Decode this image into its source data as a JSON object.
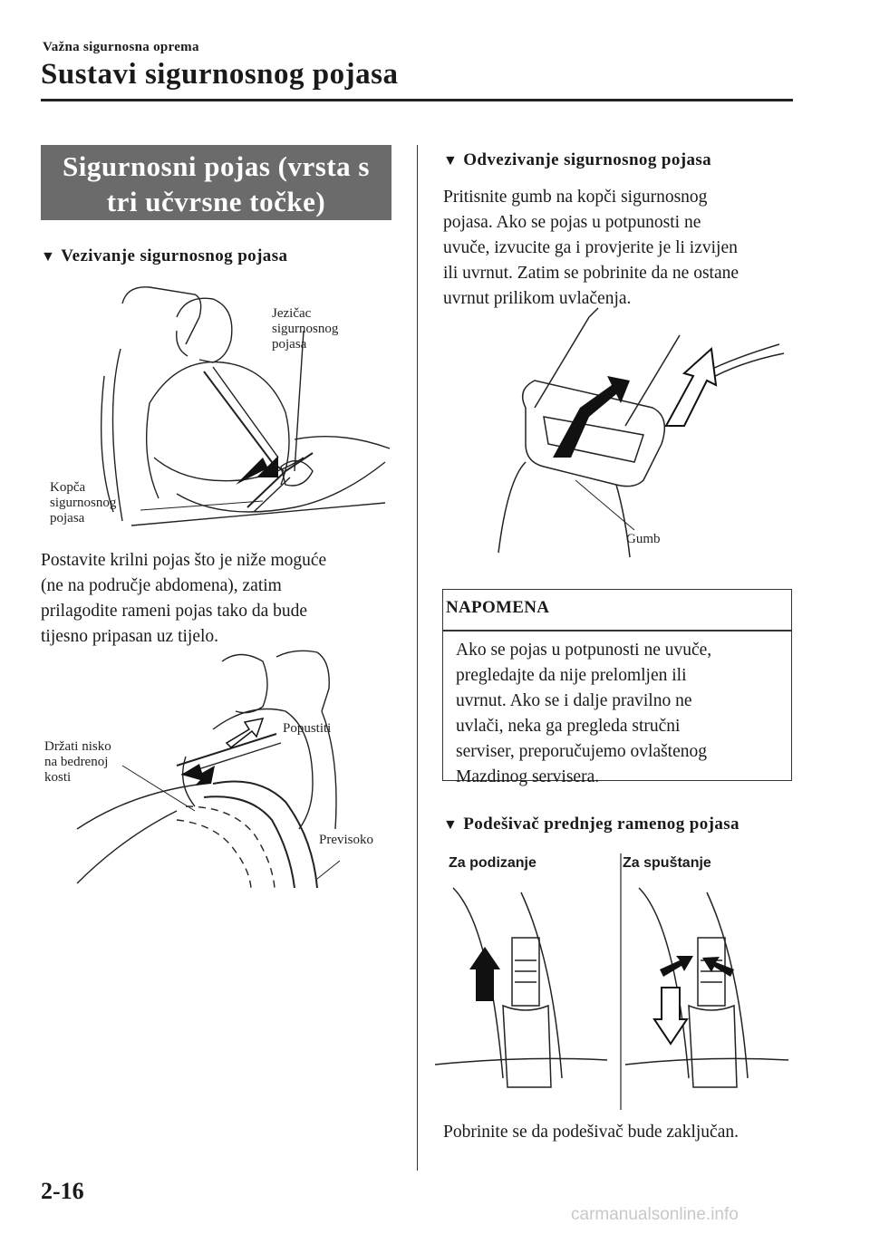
{
  "header": {
    "breadcrumb": "Važna sigurnosna oprema",
    "title": "Sustavi sigurnosnog pojasa"
  },
  "section": {
    "title_line1": "Sigurnosni pojas (vrsta s",
    "title_line2": "tri učvrsne točke)"
  },
  "left": {
    "subhead": "Vezivanje sigurnosnog pojasa",
    "fig1_labels": {
      "tongue": [
        "Jezičac",
        "sigurnosnog",
        "pojasa"
      ],
      "buckle": [
        "Kopča",
        "sigurnosnog",
        "pojasa"
      ]
    },
    "para_lines": [
      "Postavite krilni pojas što je niže moguće",
      "(ne na područje abdomena), zatim",
      "prilagodite rameni pojas tako da bude",
      "tijesno pripasan uz tijelo."
    ],
    "fig2_labels": {
      "low": [
        "Držati nisko",
        "na bedrenoj",
        "kosti"
      ],
      "loosen": "Popustiti",
      "too_high": "Previsoko"
    }
  },
  "right": {
    "subhead1": "Odvezivanje sigurnosnog pojasa",
    "para1_lines": [
      "Pritisnite gumb na kopči sigurnosnog",
      "pojasa. Ako se pojas u potpunosti ne",
      "uvuče, izvucite ga i provjerite je li izvijen",
      "ili uvrnut. Zatim se pobrinite da ne ostane",
      "uvrnut prilikom uvlačenja."
    ],
    "fig3_label": "Gumb",
    "note": {
      "title": "NAPOMENA",
      "lines": [
        "Ako se pojas u potpunosti ne uvuče,",
        "pregledajte da nije prelomljen ili",
        "uvrnut. Ako se i dalje pravilno ne",
        "uvlači, neka ga pregleda stručni",
        "serviser, preporučujemo ovlaštenog",
        "Mazdinog servisera."
      ]
    },
    "subhead2": "Podešivač prednjeg ramenog pojasa",
    "fig4_labels": {
      "up": "Za podizanje",
      "down": "Za spuštanje"
    },
    "para2": "Pobrinite se da podešivač bude zaključan."
  },
  "footer": {
    "page_number": "2-16",
    "watermark": "carmanualsonline.info"
  },
  "icons": {
    "subhead_marker": "triangle-down-icon"
  }
}
